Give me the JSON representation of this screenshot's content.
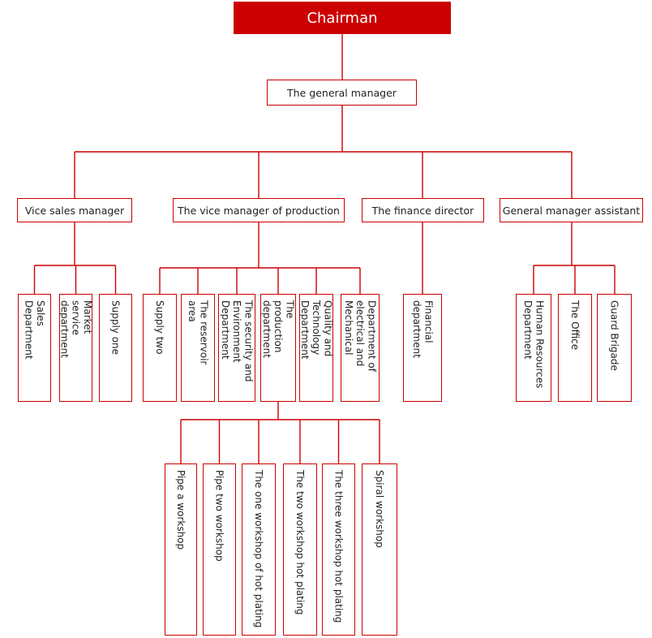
{
  "colors": {
    "accent": "#cc0000",
    "text": "#222222",
    "background": "#ffffff",
    "root_text": "#ffffff"
  },
  "org": {
    "chairman": "Chairman",
    "general_manager": "The general manager",
    "managers": [
      {
        "label": "Vice sales manager"
      },
      {
        "label": "The vice manager of production"
      },
      {
        "label": "The finance director"
      },
      {
        "label": "General manager assistant"
      }
    ],
    "sales_children": [
      "Sales\nDepartment",
      "Market\nservice\ndepartment",
      "Supply one"
    ],
    "production_children": [
      "Supply two",
      "The reservoir\narea",
      "The security and\nEnvironment\nDepartment",
      "The\nproduction\ndepartment",
      "Quality and\nTechnology\nDepartment",
      "Department of\nelectrical and\nMechanical"
    ],
    "finance_children": [
      "Financial\ndepartment"
    ],
    "assistant_children": [
      "Human Resources\nDepartment",
      "The Office",
      "Guard Brigade"
    ],
    "workshops": [
      "Pipe a workshop",
      "Pipe two workshop",
      "The one workshop of hot plating",
      "The two workshop hot plating",
      "The three workshop hot plating",
      "Spiral workshop"
    ]
  }
}
